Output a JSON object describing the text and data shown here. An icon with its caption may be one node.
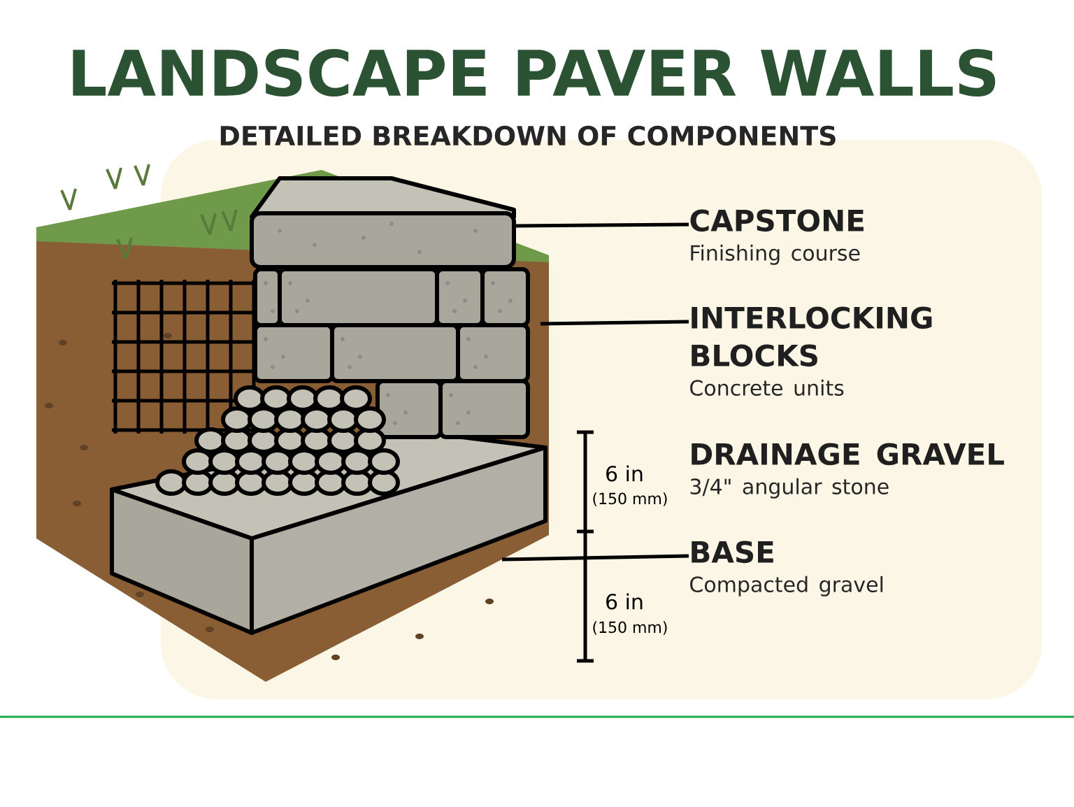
{
  "diagram": {
    "title": "LANDSCAPE PAVER WALLS",
    "caption": "DETAILED BREAKDOWN OF COMPONENTS",
    "nodes": [
      {
        "text": [
          "CAPSTONE",
          "Finishing course"
        ]
      },
      {
        "text": [
          "INTERLOCKING BLOCKS",
          "Concrete units"
        ]
      },
      {
        "text": [
          "DRAINAGE GRAVEL",
          "3/4\" angular stone"
        ]
      },
      {
        "text": [
          "BASE",
          "Compacted gravel"
        ]
      }
    ],
    "edges": [
      {
        "from": 0,
        "to": null,
        "arrow": "none"
      },
      {
        "from": 1,
        "to": null,
        "arrow": "none"
      },
      {
        "from": 3,
        "to": null,
        "arrow": "none"
      }
    ],
    "labels": [
      "6 in",
      "(150 mm)",
      "6 in",
      "(150 mm)"
    ]
  }
}
